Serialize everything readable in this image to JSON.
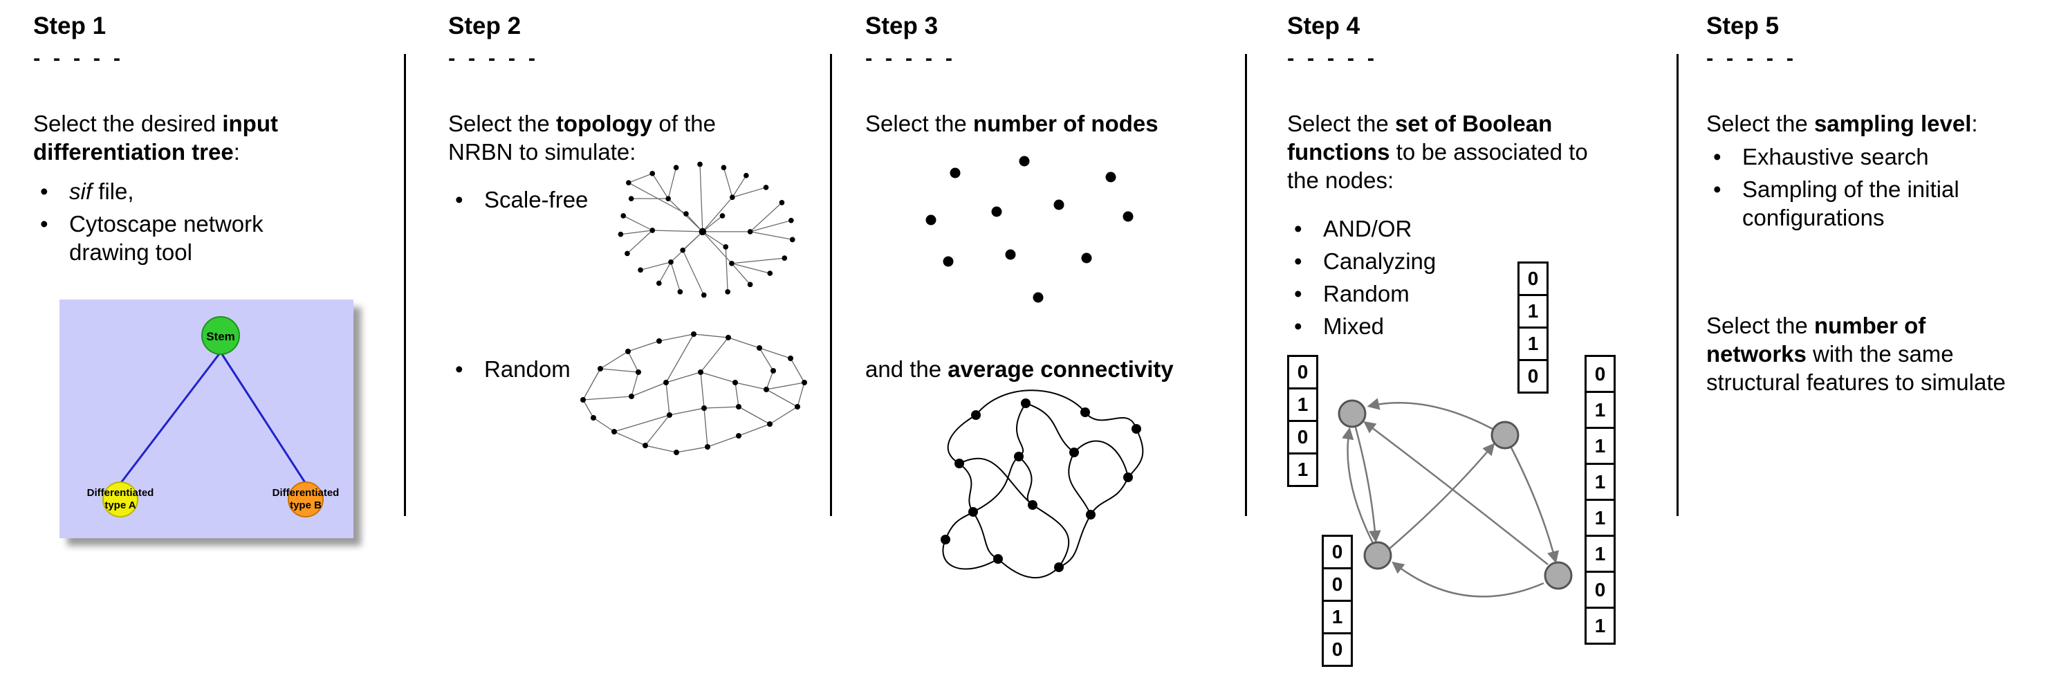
{
  "steps": {
    "step1": {
      "title": "Step 1",
      "dashes": "- - - - -",
      "para": {
        "l1t": "Select the desired ",
        "l1b": "input",
        "l2b": "differentiation tree",
        "l2t": ":"
      },
      "bullet1": {
        "italic": "sif",
        "rest": " file,"
      },
      "bullet2": "Cytoscape network drawing tool",
      "figure": {
        "stem_label": "Stem",
        "typeA_line1": "Differentiated",
        "typeA_line2": "type A",
        "typeB_line1": "Differentiated",
        "typeB_line2": "type B"
      }
    },
    "step2": {
      "title": "Step 2",
      "dashes": "- - - - -",
      "para": {
        "l1t": "Select the ",
        "l1b": "topology",
        "l1t2": " of the",
        "l2t": "NRBN to simulate:"
      },
      "bullet1": "Scale-free",
      "bullet2": "Random"
    },
    "step3": {
      "title": "Step 3",
      "dashes": "- - - - -",
      "para1": {
        "t": "Select the ",
        "b": "number of nodes"
      },
      "para2": {
        "t": "and the ",
        "b": "average connectivity"
      }
    },
    "step4": {
      "title": "Step 4",
      "dashes": "- - - - -",
      "para": {
        "l1t": "Select the ",
        "l1b": "set of Boolean",
        "l2b": "functions",
        "l2t": " to be associated to",
        "l3t": "the nodes:"
      },
      "bullets": [
        "AND/OR",
        "Canalyzing",
        "Random",
        "Mixed"
      ],
      "truth_tables": {
        "left": [
          "0",
          "1",
          "0",
          "1"
        ],
        "top": [
          "0",
          "1",
          "1",
          "0"
        ],
        "bottom_left": [
          "0",
          "0",
          "1",
          "0"
        ],
        "right": [
          "0",
          "1",
          "1",
          "1",
          "1",
          "1",
          "0",
          "1"
        ]
      }
    },
    "step5": {
      "title": "Step 5",
      "dashes": "- - - - -",
      "para1": {
        "t": "Select the ",
        "b": "sampling level",
        "t2": ":"
      },
      "bullet1": "Exhaustive search",
      "bullet2": "Sampling of the initial configurations",
      "para2": {
        "l1t": "Select the ",
        "l1b": "number of",
        "l2b": "networks",
        "l2t": " with the same",
        "l3t": "structural features to simulate"
      }
    }
  },
  "colors": {
    "stem_green": "#33cc33",
    "type_a_yellow": "#f2ef0c",
    "type_b_orange": "#ff9820",
    "tree_background": "#ccccfa",
    "tree_edge_blue": "#2222cc",
    "boolean_node_gray": "#ababab"
  }
}
